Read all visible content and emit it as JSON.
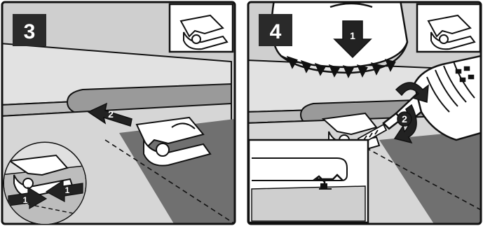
{
  "panels": [
    {
      "step": "3",
      "arrow_labels": {
        "main": "2",
        "inset_left": "1",
        "inset_right": "1"
      }
    },
    {
      "step": "4",
      "arrow_labels": {
        "press": "1",
        "drill": "2"
      }
    }
  ],
  "colors": {
    "outline": "#111111",
    "deck_light": "#d9d9d9",
    "deck_mid": "#bdbdbd",
    "deck_dark": "#6f6f6f",
    "badge": "#2a2a2a",
    "white": "#ffffff"
  }
}
